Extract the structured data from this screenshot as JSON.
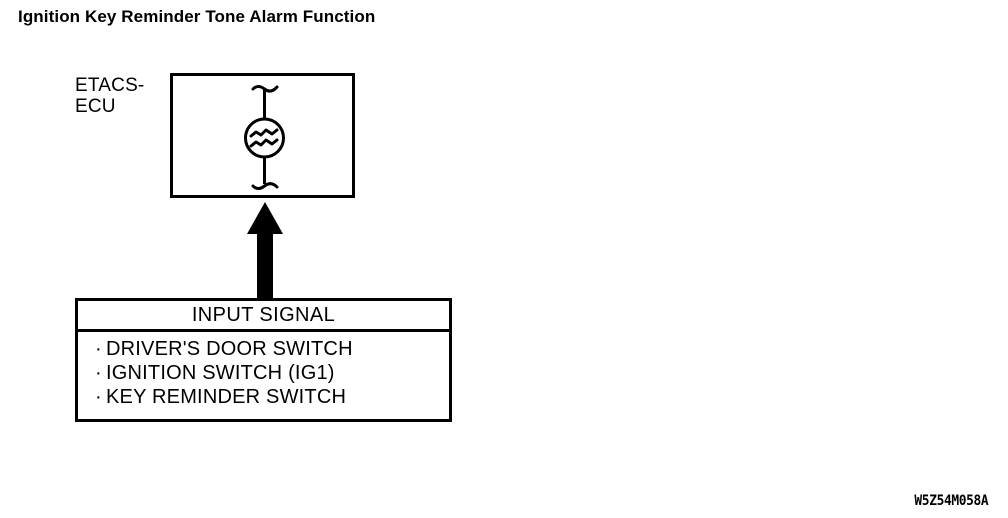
{
  "page": {
    "title": "Ignition Key Reminder Tone Alarm Function",
    "background_color": "#ffffff",
    "line_color": "#000000"
  },
  "diagram": {
    "ecu": {
      "label": "ETACS-\nECU",
      "symbol_name": "buzzer-tone-alarm-symbol",
      "symbol_description": "circle with two sound wave lines and lead wires"
    },
    "arrow": {
      "name": "input-signal-arrow",
      "direction": "up"
    },
    "input_signal": {
      "header": "INPUT SIGNAL",
      "bullet": "·",
      "items": [
        "DRIVER'S DOOR SWITCH",
        "IGNITION SWITCH (IG1)",
        "KEY REMINDER SWITCH"
      ]
    }
  },
  "footer": {
    "doc_code": "W5Z54M058A"
  }
}
